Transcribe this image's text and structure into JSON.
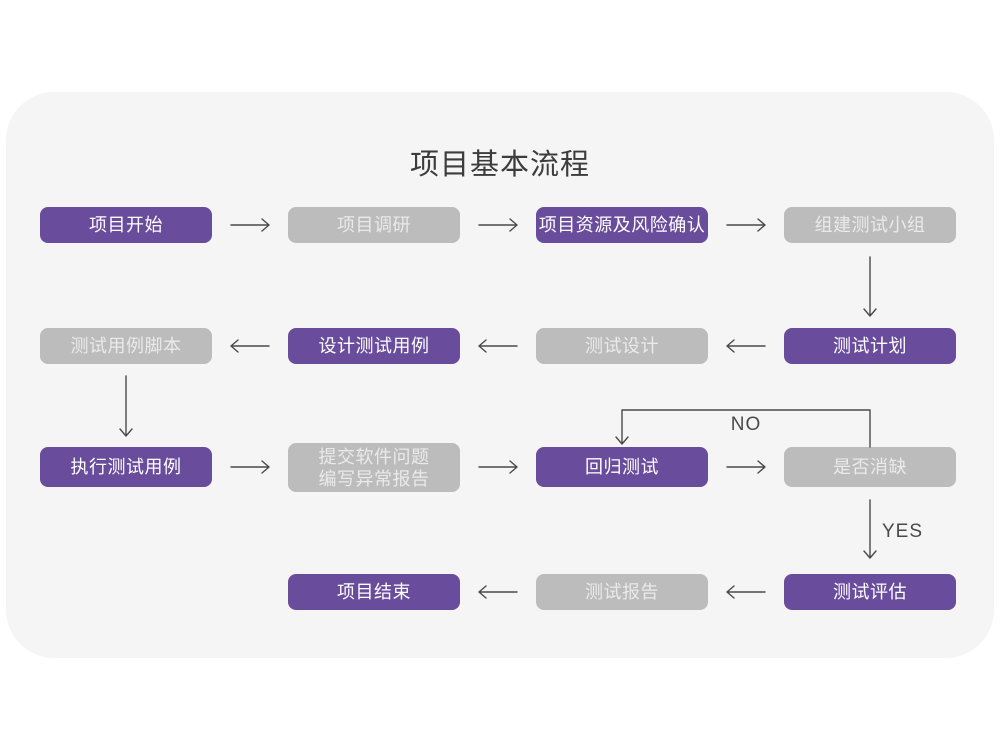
{
  "title": "项目基本流程",
  "colors": {
    "purple": "#6a4c9c",
    "gray": "#bcbcbc",
    "card-bg": "#f6f5f6",
    "arrow": "#4a4a4a",
    "text-on-purple": "#ffffff",
    "text-on-gray": "#eaeaea",
    "title-text": "#3c3c3c",
    "label-text": "#4a4a4a"
  },
  "edge_labels": {
    "no": "NO",
    "yes": "YES"
  },
  "nodes": [
    {
      "id": "project-start",
      "label": "项目开始",
      "variant": "purple"
    },
    {
      "id": "project-research",
      "label": "项目调研",
      "variant": "gray"
    },
    {
      "id": "resources-risk",
      "label": "项目资源及风险确认",
      "variant": "purple"
    },
    {
      "id": "build-test-team",
      "label": "组建测试小组",
      "variant": "gray"
    },
    {
      "id": "test-plan",
      "label": "测试计划",
      "variant": "purple"
    },
    {
      "id": "test-design",
      "label": "测试设计",
      "variant": "gray"
    },
    {
      "id": "design-test-cases",
      "label": "设计测试用例",
      "variant": "purple"
    },
    {
      "id": "test-case-scripts",
      "label": "测试用例脚本",
      "variant": "gray"
    },
    {
      "id": "execute-test-cases",
      "label": "执行测试用例",
      "variant": "purple"
    },
    {
      "id": "submit-issue-report",
      "label": "提交软件问题\n编写异常报告",
      "variant": "gray"
    },
    {
      "id": "regression-test",
      "label": "回归测试",
      "variant": "purple"
    },
    {
      "id": "defect-cleared",
      "label": "是否消缺",
      "variant": "gray"
    },
    {
      "id": "test-evaluation",
      "label": "测试评估",
      "variant": "purple"
    },
    {
      "id": "test-report",
      "label": "测试报告",
      "variant": "gray"
    },
    {
      "id": "project-end",
      "label": "项目结束",
      "variant": "purple"
    }
  ]
}
